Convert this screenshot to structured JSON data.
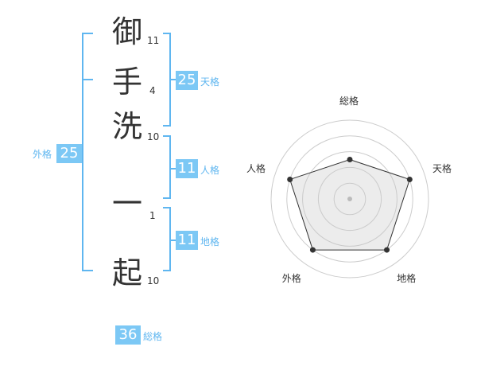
{
  "name_chars": [
    {
      "char": "御",
      "strokes": "11"
    },
    {
      "char": "手",
      "strokes": "4"
    },
    {
      "char": "洗",
      "strokes": "10"
    },
    {
      "char": "一",
      "strokes": "1"
    },
    {
      "char": "起",
      "strokes": "10"
    }
  ],
  "kakusu": {
    "tenkaku": {
      "value": "25",
      "label": "天格"
    },
    "jinkaku": {
      "value": "11",
      "label": "人格"
    },
    "chikaku": {
      "value": "11",
      "label": "地格"
    },
    "gaikaku": {
      "value": "25",
      "label": "外格"
    },
    "soukaku": {
      "value": "36",
      "label": "総格"
    }
  },
  "colors": {
    "accent": "#7cc8f5",
    "bracket": "#5fb6f0",
    "text": "#333333"
  },
  "chart_data": {
    "type": "radar",
    "categories": [
      "総格",
      "天格",
      "地格",
      "外格",
      "人格"
    ],
    "values": [
      2.5,
      4.0,
      4.0,
      4.0,
      4.0
    ],
    "rlim": [
      0,
      5
    ],
    "rings": 5,
    "grid": true
  }
}
